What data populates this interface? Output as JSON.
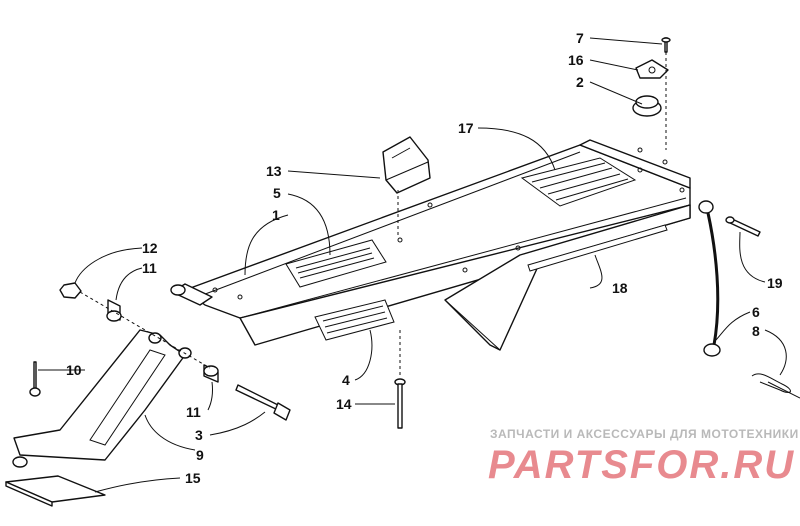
{
  "callouts": {
    "c1": "1",
    "c2": "2",
    "c3": "3",
    "c4": "4",
    "c5": "5",
    "c6": "6",
    "c7": "7",
    "c8": "8",
    "c9": "9",
    "c10": "10",
    "c11a": "11",
    "c11b": "11",
    "c12": "12",
    "c13": "13",
    "c14": "14",
    "c15": "15",
    "c16": "16",
    "c17": "17",
    "c18": "18",
    "c19": "19"
  },
  "watermark": {
    "tagline": "ЗАПЧАСТИ И АКСЕССУАРЫ ДЛЯ МОТОТЕХНИКИ",
    "logo": "PARTSFOR.RU"
  }
}
